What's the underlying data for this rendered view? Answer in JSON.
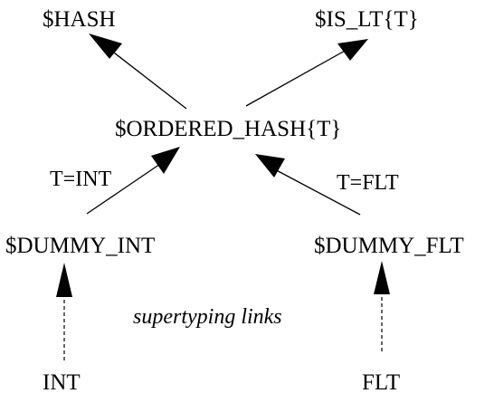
{
  "nodes": {
    "hash": "$HASH",
    "is_lt": "$IS_LT{T}",
    "ordered_hash": "$ORDERED_HASH{T}",
    "dummy_int": "$DUMMY_INT",
    "dummy_flt": "$DUMMY_FLT",
    "int": "INT",
    "flt": "FLT"
  },
  "edge_labels": {
    "t_int": "T=INT",
    "t_flt": "T=FLT"
  },
  "annotation": "supertyping links",
  "colors": {
    "line": "#000000",
    "background": "#ffffff"
  }
}
